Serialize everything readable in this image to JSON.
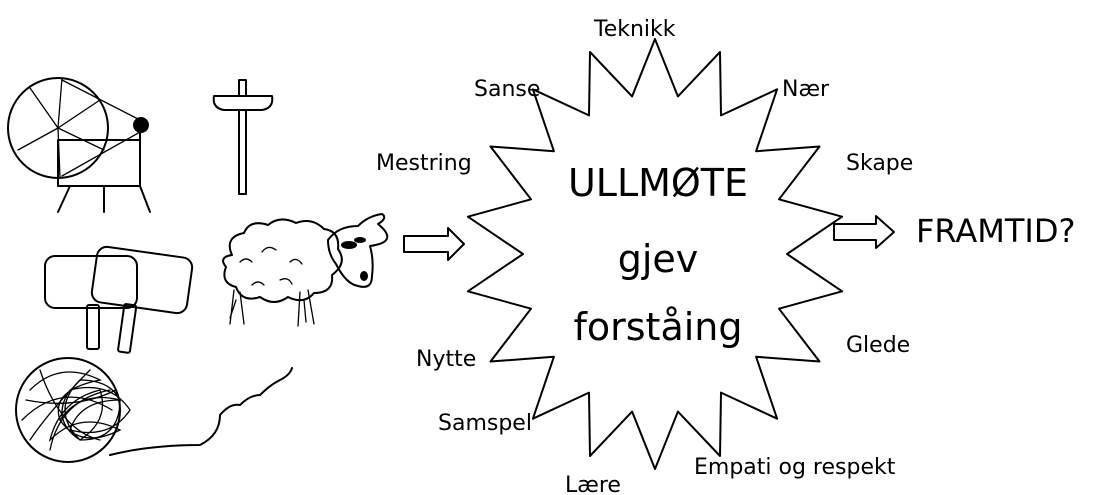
{
  "center": {
    "line1": "ULLMØTE",
    "line2": "gjev",
    "line3": "forståing"
  },
  "outcome": "FRAMTID?",
  "keywords": {
    "teknikk": "Teknikk",
    "naer": "Nær",
    "skape": "Skape",
    "glede": "Glede",
    "empati": "Empati og respekt",
    "laere": "Lære",
    "samspel": "Samspel",
    "nytte": "Nytte",
    "mestring": "Mestring",
    "sanse": "Sanse"
  },
  "icons": [
    "spinning-wheel-icon",
    "drop-spindle-icon",
    "wool-carders-icon",
    "sheep-icon",
    "yarn-ball-icon",
    "arrow-right-icon"
  ]
}
